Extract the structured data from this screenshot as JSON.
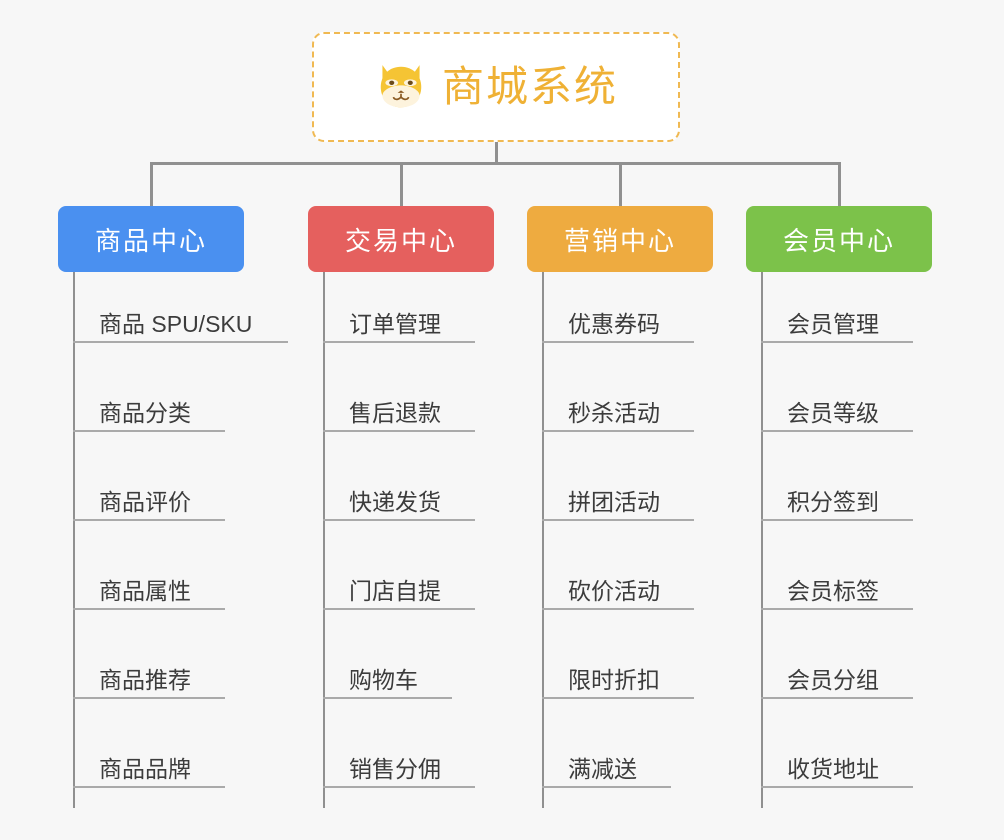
{
  "page": {
    "background_color": "#f7f7f7",
    "type": "org-chart"
  },
  "root": {
    "title": "商城系统",
    "icon": "shiba-dog-face-icon",
    "border_color": "#f0b952",
    "text_color": "#efb135",
    "background_color": "#ffffff"
  },
  "connector_color": "#909090",
  "rule_color": "#aaaaaa",
  "columns": [
    {
      "header": "商品中心",
      "color": "#4a90f0",
      "items": [
        "商品 SPU/SKU",
        "商品分类",
        "商品评价",
        "商品属性",
        "商品推荐",
        "商品品牌"
      ]
    },
    {
      "header": "交易中心",
      "color": "#e5605e",
      "items": [
        "订单管理",
        "售后退款",
        "快递发货",
        "门店自提",
        "购物车",
        "销售分佣"
      ]
    },
    {
      "header": "营销中心",
      "color": "#eeab40",
      "items": [
        "优惠券码",
        "秒杀活动",
        "拼团活动",
        "砍价活动",
        "限时折扣",
        "满减送"
      ]
    },
    {
      "header": "会员中心",
      "color": "#7cc24a",
      "items": [
        "会员管理",
        "会员等级",
        "积分签到",
        "会员标签",
        "会员分组",
        "收货地址"
      ]
    }
  ]
}
